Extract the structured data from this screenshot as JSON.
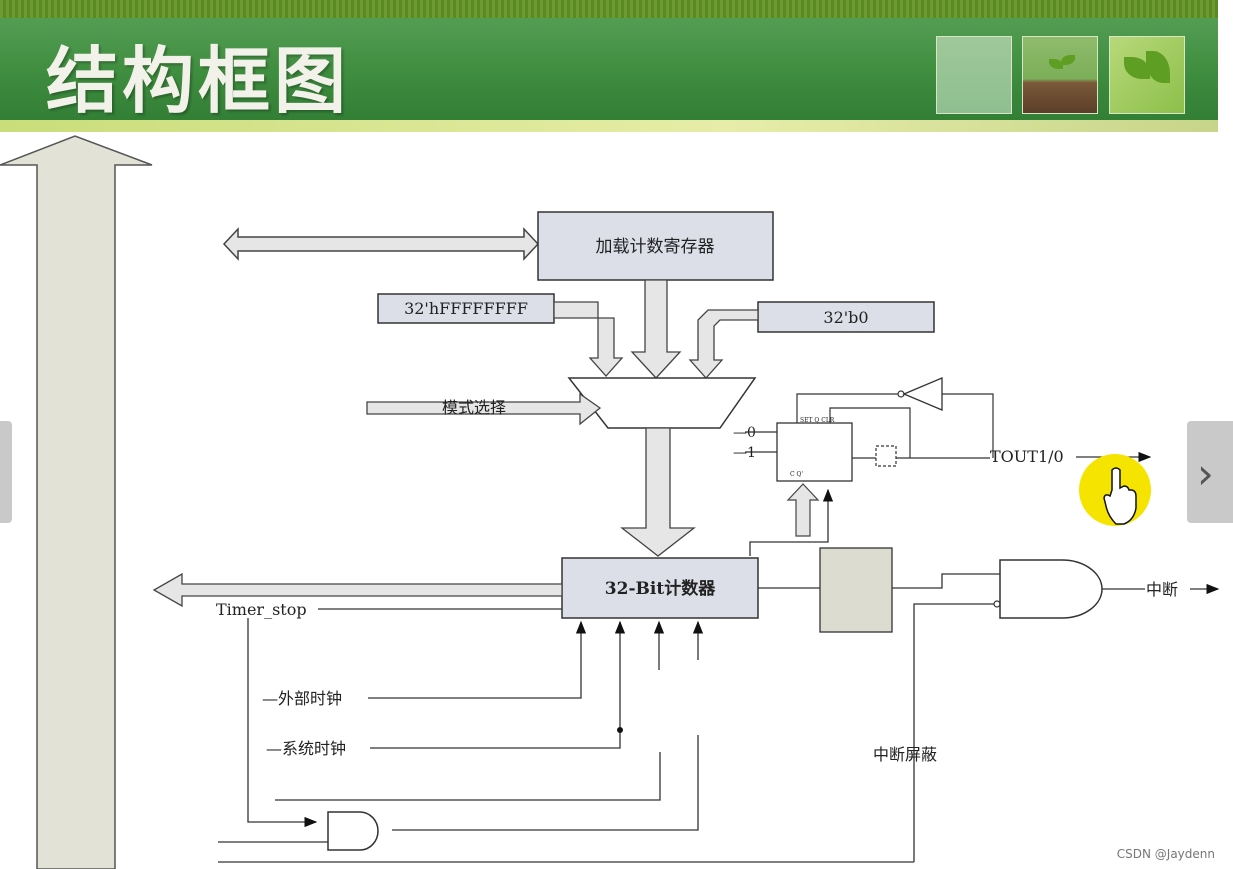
{
  "slide": {
    "title": "结构框图"
  },
  "diagram": {
    "load_register": "加载计数寄存器",
    "const_ffff": "32'hFFFFFFFF",
    "const_zero": "32'b0",
    "mode_select": "模式选择",
    "counter": "32-Bit计数器",
    "timer_stop": "Timer_stop",
    "external_clock": "外部时钟",
    "system_clock": "系统时钟",
    "tout": "TOUT1/0",
    "interrupt": "中断",
    "interrupt_mask": "中断屏蔽",
    "ff_in_0": "0",
    "ff_in_1": "1"
  },
  "watermark": "CSDN @Jaydenn",
  "colors": {
    "header_green": "#3f8d3f",
    "block_fill": "#dcdfe8",
    "arrow_fill": "#dcdcd0",
    "cursor_yellow": "#f5e400"
  }
}
